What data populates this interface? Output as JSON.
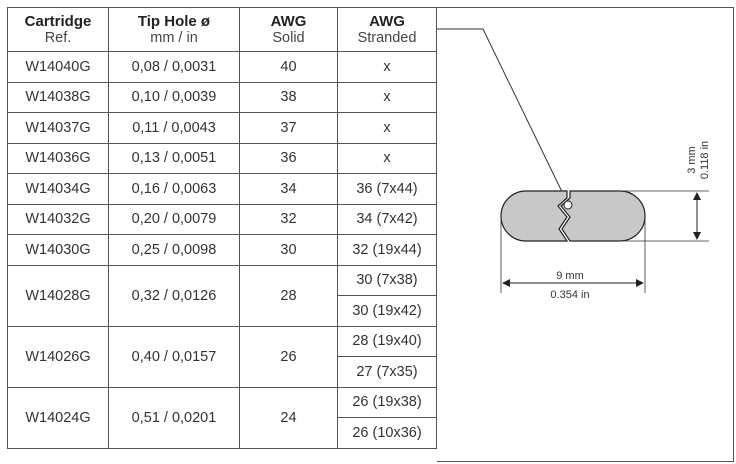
{
  "table": {
    "headers": [
      {
        "main": "Cartridge",
        "sub": "Ref."
      },
      {
        "main": "Tip Hole ø",
        "sub": "mm / in"
      },
      {
        "main": "AWG",
        "sub": "Solid"
      },
      {
        "main": "AWG",
        "sub": "Stranded"
      }
    ],
    "rows": [
      {
        "ref": "W14040G",
        "tip": "0,08 / 0,0031",
        "solid": "40",
        "stranded": [
          "x"
        ]
      },
      {
        "ref": "W14038G",
        "tip": "0,10 / 0,0039",
        "solid": "38",
        "stranded": [
          "x"
        ]
      },
      {
        "ref": "W14037G",
        "tip": "0,11 / 0,0043",
        "solid": "37",
        "stranded": [
          "x"
        ]
      },
      {
        "ref": "W14036G",
        "tip": "0,13 / 0,0051",
        "solid": "36",
        "stranded": [
          "x"
        ]
      },
      {
        "ref": "W14034G",
        "tip": "0,16 / 0,0063",
        "solid": "34",
        "stranded": [
          "36 (7x44)"
        ]
      },
      {
        "ref": "W14032G",
        "tip": "0,20 / 0,0079",
        "solid": "32",
        "stranded": [
          "34 (7x42)"
        ]
      },
      {
        "ref": "W14030G",
        "tip": "0,25 / 0,0098",
        "solid": "30",
        "stranded": [
          "32 (19x44)"
        ]
      },
      {
        "ref": "W14028G",
        "tip": "0,32 / 0,0126",
        "solid": "28",
        "stranded": [
          "30 (7x38)",
          "30 (19x42)"
        ]
      },
      {
        "ref": "W14026G",
        "tip": "0,40 / 0,0157",
        "solid": "26",
        "stranded": [
          "28 (19x40)",
          "27 (7x35)"
        ]
      },
      {
        "ref": "W14024G",
        "tip": "0,51 / 0,0201",
        "solid": "24",
        "stranded": [
          "26 (19x38)",
          "26 (10x36)"
        ]
      }
    ]
  },
  "diagram": {
    "width_mm": "9 mm",
    "width_in": "0.354 in",
    "height_mm": "3 mm",
    "height_in": "0.118 in"
  }
}
